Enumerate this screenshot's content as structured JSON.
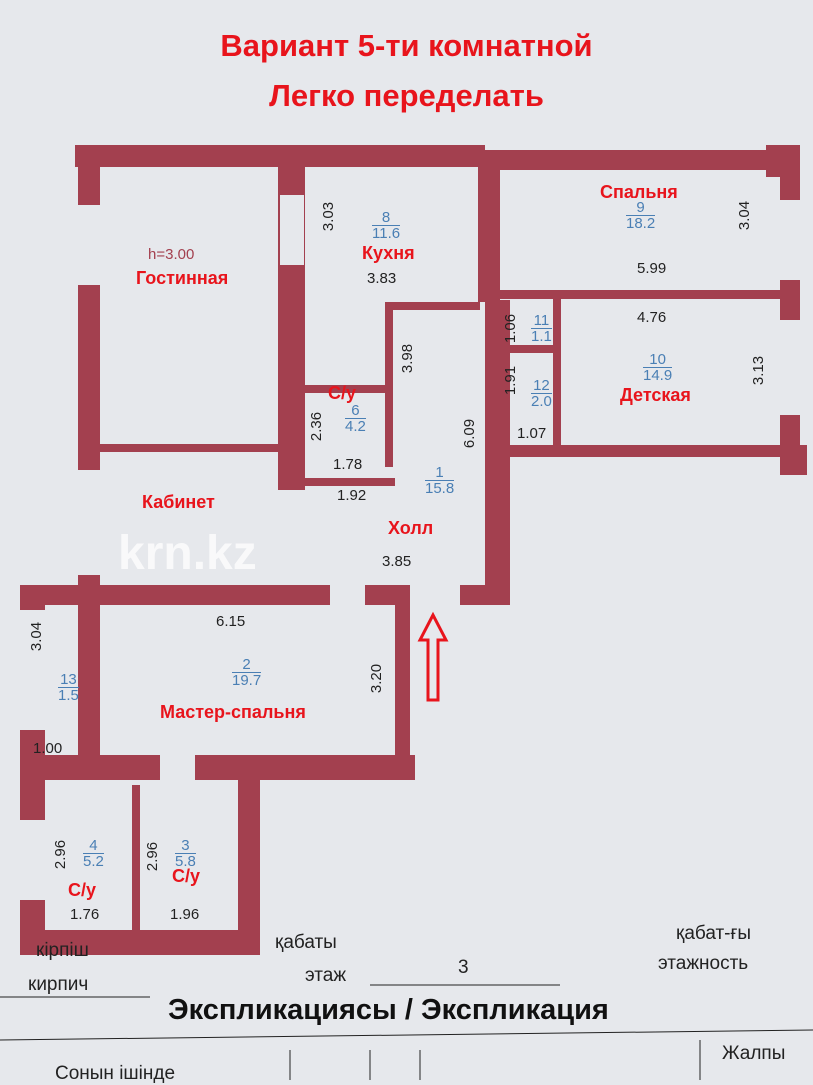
{
  "header": {
    "line1": "Вариант 5-ти комнатной",
    "line2": "Легко переделать"
  },
  "ceiling": "h=3.00",
  "watermark": "krn.kz",
  "rooms": [
    {
      "name": "Гостинная",
      "num": "",
      "area": ""
    },
    {
      "name": "Кухня",
      "num": "8",
      "area": "11.6"
    },
    {
      "name": "Спальня",
      "num": "9",
      "area": "18.2"
    },
    {
      "name": "Детская",
      "num": "10",
      "area": "14.9"
    },
    {
      "name": "С/у",
      "num": "6",
      "area": "4.2"
    },
    {
      "name": "Холл",
      "num": "1",
      "area": "15.8"
    },
    {
      "name": "Кабинет",
      "num": "",
      "area": ""
    },
    {
      "name": "Мастер-спальня",
      "num": "2",
      "area": "19.7"
    },
    {
      "name": "С/у",
      "num": "4",
      "area": "5.2"
    },
    {
      "name": "С/у",
      "num": "3",
      "area": "5.8"
    },
    {
      "name": "",
      "num": "11",
      "area": "1.1"
    },
    {
      "name": "",
      "num": "12",
      "area": "2.0"
    },
    {
      "name": "",
      "num": "13",
      "area": "1.5"
    }
  ],
  "dimensions": [
    "3.03",
    "3.83",
    "5.99",
    "3.04",
    "4.76",
    "3.13",
    "1.06",
    "1.91",
    "1.07",
    "3.98",
    "6.09",
    "2.36",
    "1.78",
    "1.92",
    "3.85",
    "6.15",
    "3.20",
    "3.04",
    "1.00",
    "2.96",
    "2.96",
    "1.76",
    "1.96"
  ],
  "footer": {
    "material_kz": "кірпіш",
    "material_ru": "кирпич",
    "floor_kz": "қабаты",
    "floor_ru": "этаж",
    "floor_value": "3",
    "floors_kz": "қабат-ғы",
    "floors_ru": "этажность",
    "explication": "Экспликациясы / Экспликация",
    "col1": "Сонын ішінде",
    "col2": "Жалпы"
  },
  "colors": {
    "wall": "#a3404f",
    "title": "#e8141c",
    "room_number": "#4a7fb4",
    "arrow": "#e8141c"
  }
}
